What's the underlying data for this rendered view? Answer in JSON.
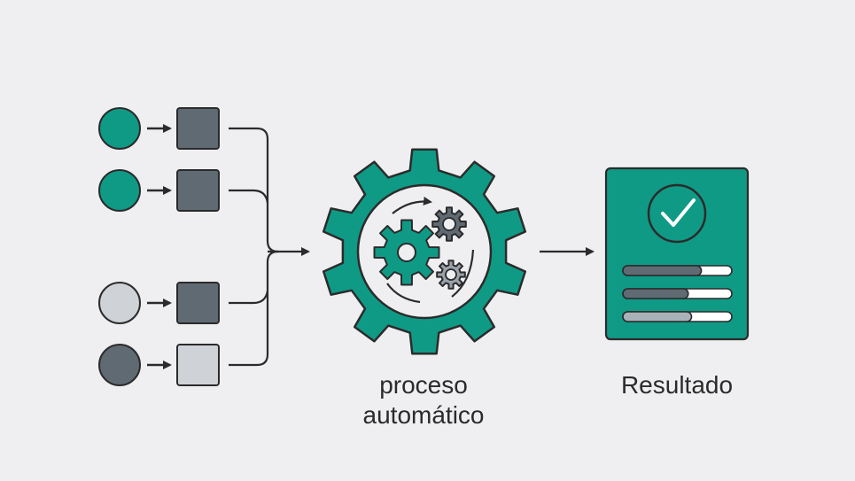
{
  "inputs": [
    {
      "source_color": "#0f9a86",
      "item_color": "#5f6a73"
    },
    {
      "source_color": "#0f9a86",
      "item_color": "#5f6a73"
    },
    {
      "source_color": "#cfd3d8",
      "item_color": "#5f6a73"
    },
    {
      "source_color": "#5f6a73",
      "item_color": "#cfd3d8"
    }
  ],
  "process": {
    "label_line1": "proceso",
    "label_line2": "automático",
    "gear_color": "#0f9a86",
    "small_gear_colors": [
      "#0f9a86",
      "#5f6a73",
      "#9aa3ab"
    ]
  },
  "result": {
    "label": "Resultado",
    "card_color": "#0f9a86",
    "progress_bars": [
      0.72,
      0.6,
      0.63
    ]
  },
  "colors": {
    "background": "#efeff1",
    "stroke": "#2b2b2b",
    "teal": "#0f9a86",
    "slate": "#5f6a73",
    "light_gray": "#cfd3d8"
  }
}
